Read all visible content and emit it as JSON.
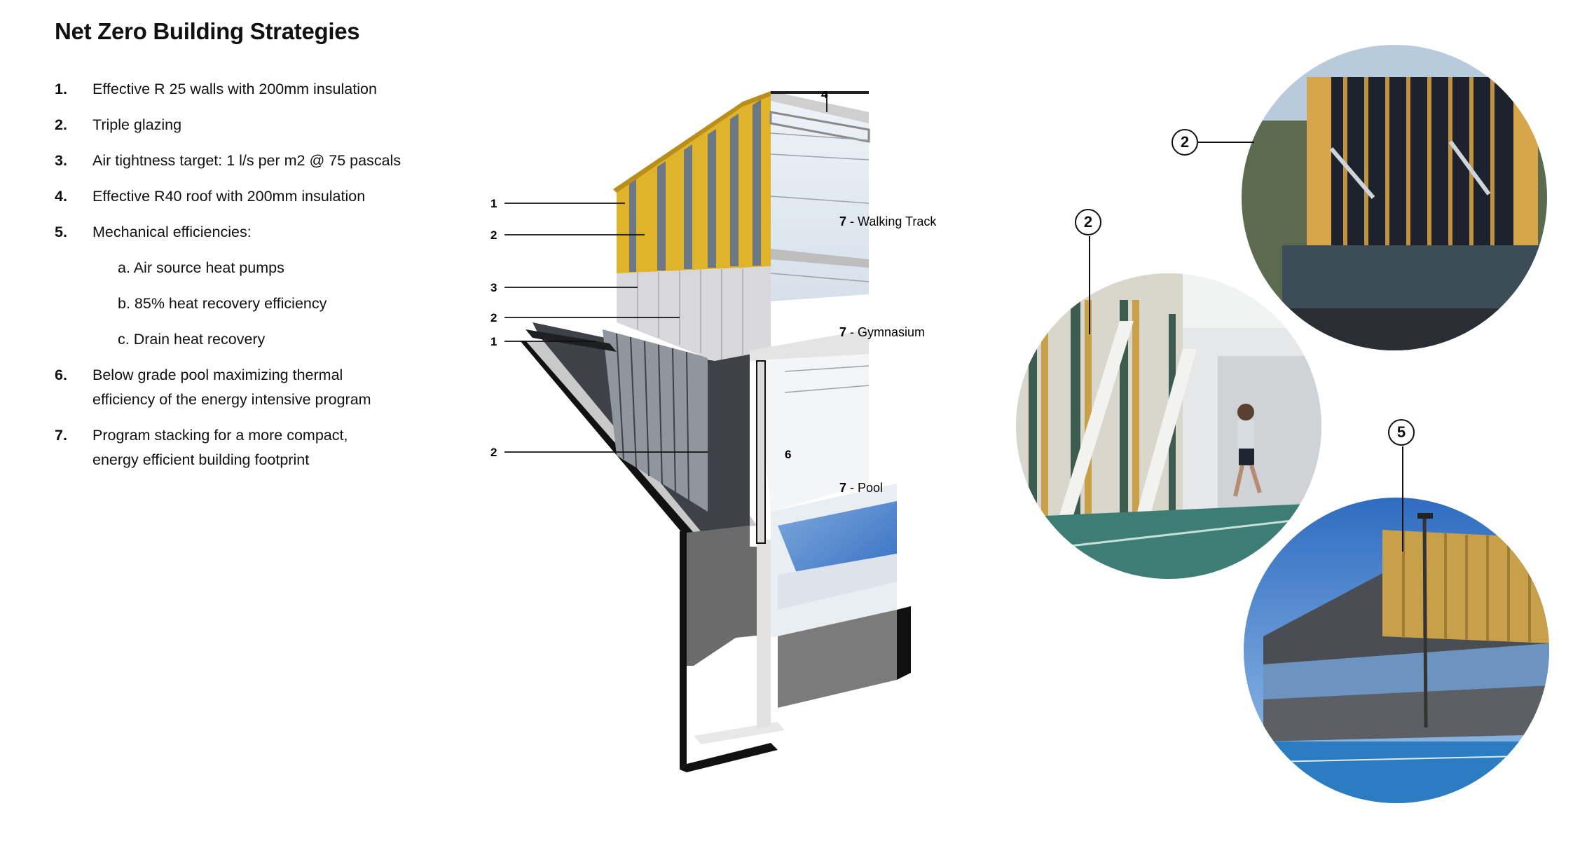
{
  "title": "Net Zero Building Strategies",
  "strategies": [
    {
      "num": "1.",
      "text": "Effective R 25 walls with 200mm insulation"
    },
    {
      "num": "2.",
      "text": "Triple glazing"
    },
    {
      "num": "3.",
      "text": "Air tightness target: 1 l/s per m2 @ 75 pascals"
    },
    {
      "num": "4.",
      "text": "Effective R40 roof with 200mm insulation"
    },
    {
      "num": "5.",
      "text": "Mechanical efficiencies:"
    },
    {
      "num": "6.",
      "text": "Below grade pool maximizing thermal",
      "text2": "efficiency of the energy intensive program"
    },
    {
      "num": "7.",
      "text": "Program stacking for a more compact,",
      "text2": "energy efficient building footprint"
    }
  ],
  "mechanical": [
    "a. Air source heat pumps",
    "b. 85% heat recovery efficiency",
    "c. Drain heat recovery"
  ],
  "section_labels": {
    "left": [
      "1",
      "2",
      "3",
      "2",
      "1",
      "2"
    ],
    "top": "4",
    "interior": "6"
  },
  "program_labels": [
    {
      "num": "7",
      "text": " - Walking Track"
    },
    {
      "num": "7",
      "text": " - Gymnasium"
    },
    {
      "num": "7",
      "text": " - Pool"
    }
  ],
  "photo_callouts": [
    "2",
    "2",
    "5"
  ],
  "colors": {
    "cladding_gold": "#e0b42a",
    "wood_gold": "#c8a04a",
    "dark_brick": "#3e4147",
    "concrete": "#6b6b6b",
    "sky_blue": "#5a8fd0",
    "court_teal": "#3d7d74"
  }
}
